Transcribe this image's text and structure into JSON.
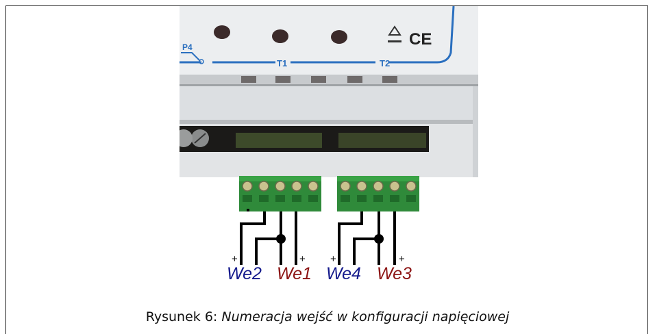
{
  "device": {
    "p_label": "P4",
    "t1_label": "T1",
    "t2_label": "T2",
    "ce_mark": "CE"
  },
  "inputs": {
    "we2": "We2",
    "we1": "We1",
    "we4": "We4",
    "we3": "We3",
    "plus": "+"
  },
  "caption": {
    "prefix": "Rysunek 6:",
    "text": "Numeracja wejść w konfiguracji napięciowej"
  }
}
